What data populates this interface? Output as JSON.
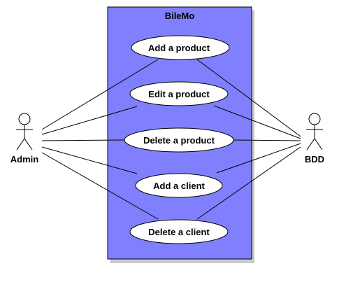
{
  "diagram": {
    "system": {
      "name": "BileMo",
      "fill": "#8080ff",
      "shadow": "#c0c0c0"
    },
    "actors": [
      {
        "id": "admin",
        "name": "Admin"
      },
      {
        "id": "bdd",
        "name": "BDD"
      }
    ],
    "use_cases": [
      {
        "id": "add-product",
        "label": "Add a product"
      },
      {
        "id": "edit-product",
        "label": "Edit a product"
      },
      {
        "id": "delete-product",
        "label": "Delete a product"
      },
      {
        "id": "add-client",
        "label": "Add a client"
      },
      {
        "id": "delete-client",
        "label": "Delete a client"
      }
    ],
    "associations": [
      [
        "admin",
        "add-product"
      ],
      [
        "admin",
        "edit-product"
      ],
      [
        "admin",
        "delete-product"
      ],
      [
        "admin",
        "add-client"
      ],
      [
        "admin",
        "delete-client"
      ],
      [
        "bdd",
        "add-product"
      ],
      [
        "bdd",
        "edit-product"
      ],
      [
        "bdd",
        "delete-product"
      ],
      [
        "bdd",
        "add-client"
      ],
      [
        "bdd",
        "delete-client"
      ]
    ]
  }
}
